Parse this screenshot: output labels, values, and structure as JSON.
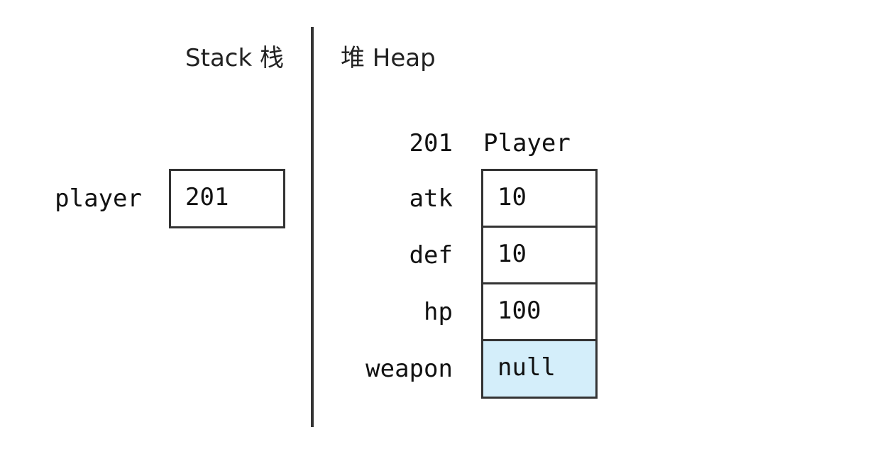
{
  "stack": {
    "heading": "Stack 栈",
    "variables": [
      {
        "name": "player",
        "value": "201"
      }
    ]
  },
  "heap": {
    "heading": "堆 Heap",
    "object": {
      "address": "201",
      "type": "Player",
      "fields": [
        {
          "name": "atk",
          "value": "10",
          "highlight": false
        },
        {
          "name": "def",
          "value": "10",
          "highlight": false
        },
        {
          "name": "hp",
          "value": "100",
          "highlight": false
        },
        {
          "name": "weapon",
          "value": "null",
          "highlight": true
        }
      ]
    }
  },
  "colors": {
    "null_cell_fill": "#d4eefa",
    "border": "#333333",
    "divider": "#333333",
    "text": "#111111"
  }
}
